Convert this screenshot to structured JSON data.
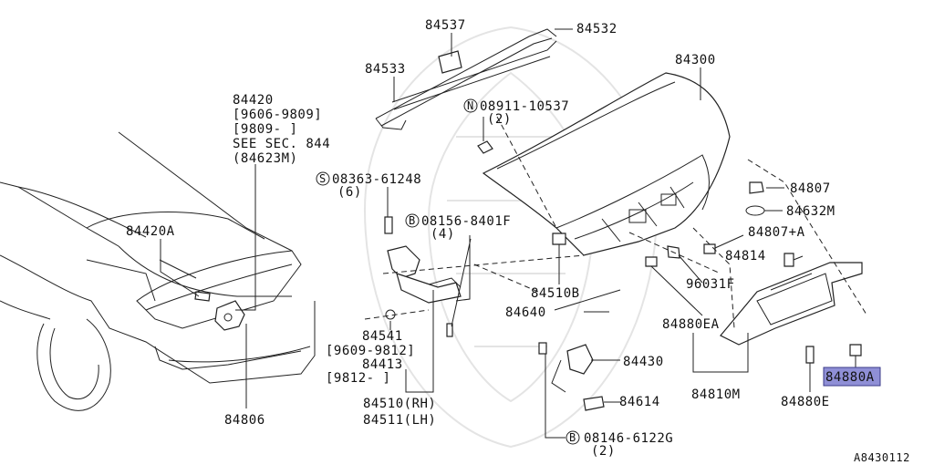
{
  "diagram": {
    "figure_code": "A8430112",
    "highlight_color": "#8f8fd6",
    "labels": {
      "p84537": "84537",
      "p84532": "84532",
      "p84533": "84533",
      "p84300": "84300",
      "nut_num": "08911-10537",
      "nut_qty": "(2)",
      "p84420": "84420",
      "p84420_r1": "[9606-9809]",
      "p84420_r2": "[9809-    ]",
      "see_sec": "SEE SEC. 844",
      "see_sec_ref": "(84623M)",
      "screw_num": "08363-61248",
      "screw_qty": "(6)",
      "bolt_num": "08156-8401F",
      "bolt_qty": "(4)",
      "p84807": "84807",
      "p84632m": "84632M",
      "p84807a": "84807+A",
      "p84814": "84814",
      "p84420a": "84420A",
      "p96031f": "96031F",
      "p84510b": "84510B",
      "p84640": "84640",
      "p84541": "84541",
      "p84541_r": "[9609-9812]",
      "p84413": "84413",
      "p84413_r": "[9812-     ]",
      "p84880ea": "84880EA",
      "p84430": "84430",
      "p84614": "84614",
      "p84810m": "84810M",
      "p84880a": "84880A",
      "p84880e": "84880E",
      "p84510": "84510(RH)",
      "p84511": "84511(LH)",
      "p84806": "84806",
      "bolt2_num": "08146-6122G",
      "bolt2_qty": "(2)",
      "circ_n": "N",
      "circ_s": "S",
      "circ_b": "B"
    }
  }
}
